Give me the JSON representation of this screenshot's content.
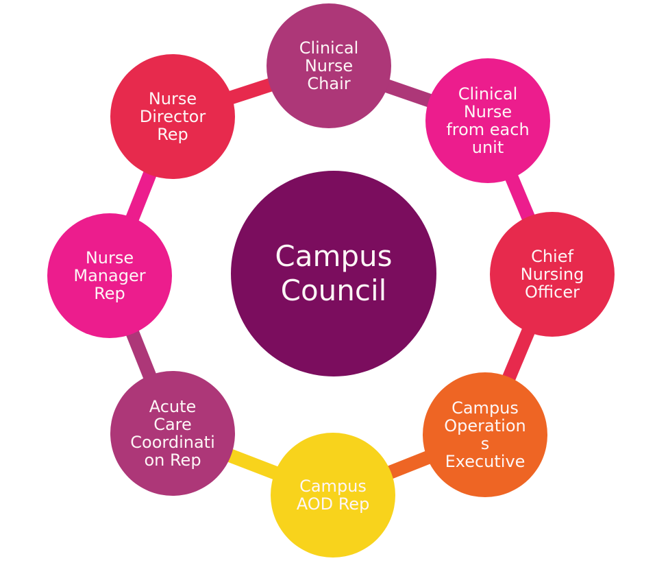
{
  "diagram": {
    "type": "cycle",
    "text_color": "#FDF6F6",
    "background_color": "#FFFFFF",
    "center": {
      "id": "campus-council",
      "lines": [
        "Campus",
        "Council"
      ],
      "color": "#7B0D5E"
    },
    "nodes": [
      {
        "id": "clinical-nurse-chair",
        "lines": [
          "Clinical",
          "Nurse",
          "Chair"
        ],
        "color": "#AD3778"
      },
      {
        "id": "clinical-nurse-from-each-unit",
        "lines": [
          "Clinical",
          "Nurse",
          "from each",
          "unit"
        ],
        "color": "#EC1D8D"
      },
      {
        "id": "chief-nursing-officer",
        "lines": [
          "Chief",
          "Nursing",
          "Officer"
        ],
        "color": "#E72A4D"
      },
      {
        "id": "campus-operations-executive",
        "lines": [
          "Campus",
          "Operation",
          "s",
          "Executive"
        ],
        "color": "#EE6524"
      },
      {
        "id": "campus-aod-rep",
        "lines": [
          "Campus",
          "AOD Rep"
        ],
        "color": "#F8D31C"
      },
      {
        "id": "acute-care-coordination-rep",
        "lines": [
          "Acute",
          "Care",
          "Coordinati",
          "on Rep"
        ],
        "color": "#AD3778"
      },
      {
        "id": "nurse-manager-rep",
        "lines": [
          "Nurse",
          "Manager",
          "Rep"
        ],
        "color": "#EC1D8D"
      },
      {
        "id": "nurse-director-rep",
        "lines": [
          "Nurse",
          "Director",
          "Rep"
        ],
        "color": "#E72A4D"
      }
    ],
    "connectors": [
      {
        "from": "nurse-director-rep",
        "to": "clinical-nurse-chair",
        "color": "#E72A4D"
      },
      {
        "from": "clinical-nurse-chair",
        "to": "clinical-nurse-from-each-unit",
        "color": "#AD3778"
      },
      {
        "from": "clinical-nurse-from-each-unit",
        "to": "chief-nursing-officer",
        "color": "#EC1D8D"
      },
      {
        "from": "chief-nursing-officer",
        "to": "campus-operations-executive",
        "color": "#E72A4D"
      },
      {
        "from": "campus-operations-executive",
        "to": "campus-aod-rep",
        "color": "#EE6524"
      },
      {
        "from": "campus-aod-rep",
        "to": "acute-care-coordination-rep",
        "color": "#F8D31C"
      },
      {
        "from": "acute-care-coordination-rep",
        "to": "nurse-manager-rep",
        "color": "#AD3778"
      },
      {
        "from": "nurse-manager-rep",
        "to": "nurse-director-rep",
        "color": "#EC1D8D"
      }
    ]
  }
}
